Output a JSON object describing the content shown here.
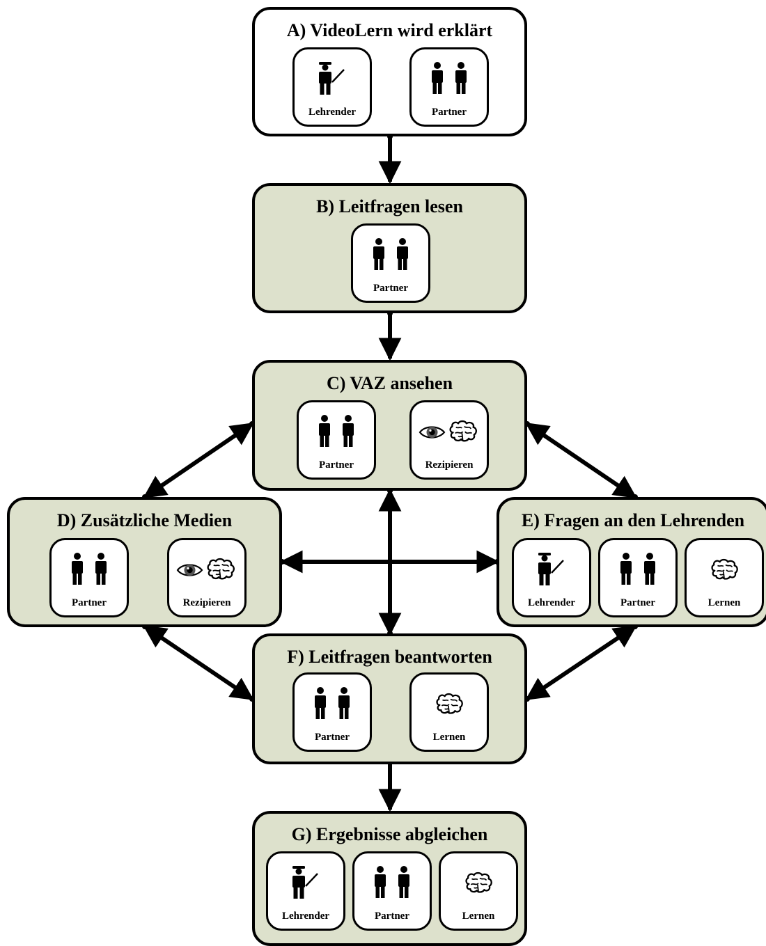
{
  "steps": {
    "a": {
      "title": "A) VideoLern wird erklärt",
      "actors": [
        {
          "icon": "teacher-icon",
          "label": "Lehrender"
        },
        {
          "icon": "partner-icon",
          "label": "Partner"
        }
      ]
    },
    "b": {
      "title": "B) Leitfragen lesen",
      "actors": [
        {
          "icon": "partner-icon",
          "label": "Partner"
        }
      ]
    },
    "c": {
      "title": "C) VAZ ansehen",
      "actors": [
        {
          "icon": "partner-icon",
          "label": "Partner"
        },
        {
          "icon": "eye-brain-icon",
          "label": "Rezipieren"
        }
      ]
    },
    "d": {
      "title": "D) Zusätzliche Medien",
      "actors": [
        {
          "icon": "partner-icon",
          "label": "Partner"
        },
        {
          "icon": "eye-brain-icon",
          "label": "Rezipieren"
        }
      ]
    },
    "e": {
      "title": "E) Fragen an den Lehrenden",
      "actors": [
        {
          "icon": "teacher-icon",
          "label": "Lehrender"
        },
        {
          "icon": "partner-icon",
          "label": "Partner"
        },
        {
          "icon": "brain-icon",
          "label": "Lernen"
        }
      ]
    },
    "f": {
      "title": "F) Leitfragen beantworten",
      "actors": [
        {
          "icon": "partner-icon",
          "label": "Partner"
        },
        {
          "icon": "brain-icon",
          "label": "Lernen"
        }
      ]
    },
    "g": {
      "title": "G) Ergebnisse abgleichen",
      "actors": [
        {
          "icon": "teacher-icon",
          "label": "Lehrender"
        },
        {
          "icon": "partner-icon",
          "label": "Partner"
        },
        {
          "icon": "brain-icon",
          "label": "Lernen"
        }
      ]
    }
  },
  "colors": {
    "step_fill": "#dde1cc",
    "first_step_fill": "#ffffff",
    "stroke": "#000000"
  }
}
